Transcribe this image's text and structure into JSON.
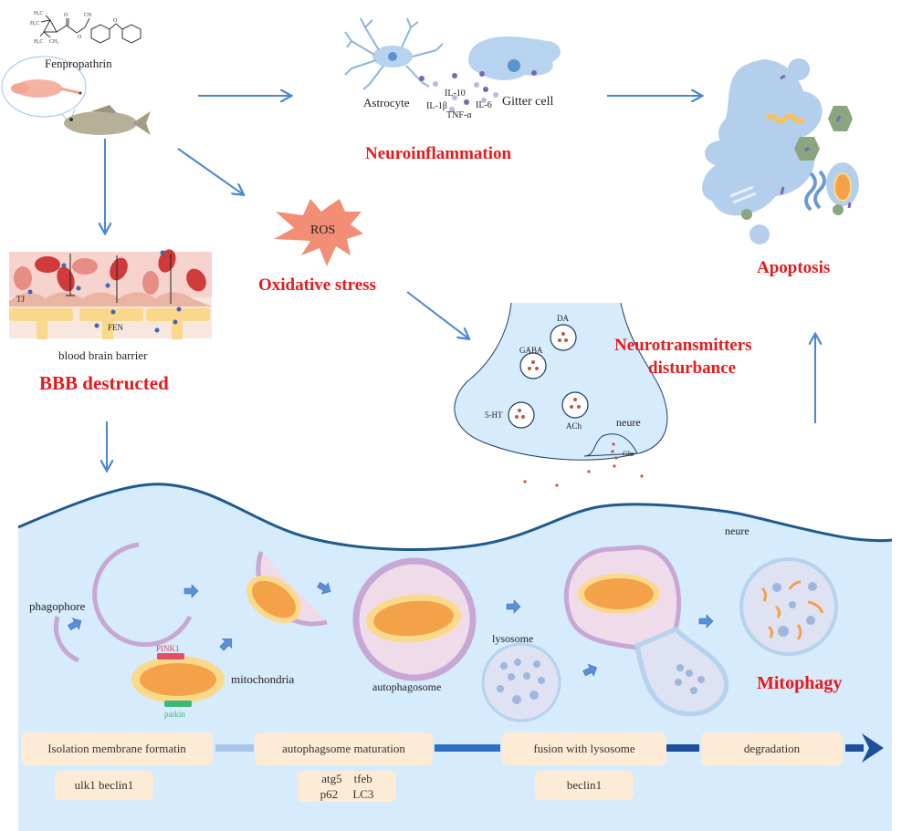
{
  "compound": {
    "name": "Fenpropathrin",
    "structure_labels": [
      "H3C",
      "H3C",
      "H3C",
      "CH3",
      "CN",
      "O",
      "O",
      "O"
    ]
  },
  "neuroinflammation": {
    "title": "Neuroinflammation",
    "astrocyte_label": "Astrocyte",
    "gitter_label": "Gitter cell",
    "cytokines": [
      "IL-10",
      "IL-1β",
      "TNF-α",
      "IL-6"
    ]
  },
  "apoptosis": {
    "title": "Apoptosis"
  },
  "oxidative": {
    "ros_label": "ROS",
    "title": "Oxidative stress"
  },
  "bbb": {
    "tj_label": "TJ",
    "fen_label": "FEN",
    "caption": "blood brain barrier",
    "title": "BBB destructed"
  },
  "neurotransmitters": {
    "title_line1": "Neurotransmitters",
    "title_line2": "disturbance",
    "vesicles": [
      "DA",
      "GABA",
      "5-HT",
      "ACh"
    ],
    "neuron_label": "neure",
    "glu_label": "Glu"
  },
  "mitophagy": {
    "title": "Mitophagy",
    "neuron_label": "neure",
    "phagophore_label": "phagophore",
    "pink1_label": "PINK1",
    "parkin_label": "parkin",
    "mitochondria_label": "mitochondria",
    "autophagosome_label": "autophagosome",
    "lysosome_label": "lysosome",
    "stages": [
      {
        "label": "Isolation membrane formatin",
        "genes": [
          "ulk1 beclin1"
        ]
      },
      {
        "label": "autophagsome maturation",
        "genes": [
          "atg5    tfeb",
          "p62     LC3"
        ]
      },
      {
        "label": "fusion with lysosome",
        "genes": [
          "beclin1"
        ]
      },
      {
        "label": "degradation",
        "genes": []
      }
    ]
  },
  "colors": {
    "title_red": "#e8191c",
    "arrow_blue": "#4a86d8",
    "cell_blue": "#d6ebfb",
    "membrane_dark": "#1f5a8f",
    "mito_orange": "#f4a24a",
    "mito_yellow": "#fbd98a",
    "membrane_purple": "#c7a7d4",
    "box_beige": "#fdebd5"
  }
}
